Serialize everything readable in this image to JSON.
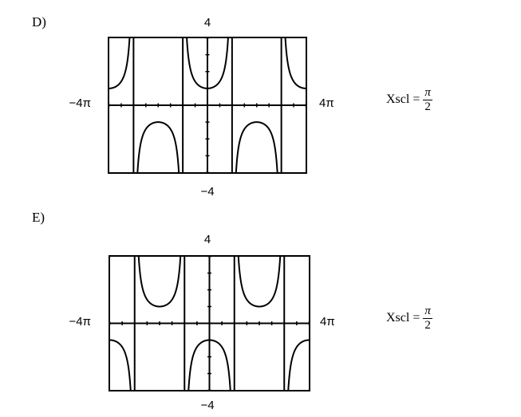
{
  "chart_data": [
    {
      "type": "line",
      "option_label": "D)",
      "ymax_label": "4",
      "ymin_label": "−4",
      "xmin_label": "−4π",
      "xmax_label": "4π",
      "xlim": [
        -12.566,
        12.566
      ],
      "ylim": [
        -4,
        4
      ],
      "xscl_lhs": "Xscl =",
      "xscl_num": "π",
      "xscl_den": "2",
      "function": "sec",
      "shift": 0.0,
      "scale": 2.0
    },
    {
      "type": "line",
      "option_label": "E)",
      "ymax_label": "4",
      "ymin_label": "−4",
      "xmin_label": "−4π",
      "xmax_label": "4π",
      "xlim": [
        -12.566,
        12.566
      ],
      "ylim": [
        -4,
        4
      ],
      "xscl_lhs": "Xscl =",
      "xscl_num": "π",
      "xscl_den": "2",
      "function": "sec",
      "shift": 3.1416,
      "scale": 2.0
    }
  ]
}
